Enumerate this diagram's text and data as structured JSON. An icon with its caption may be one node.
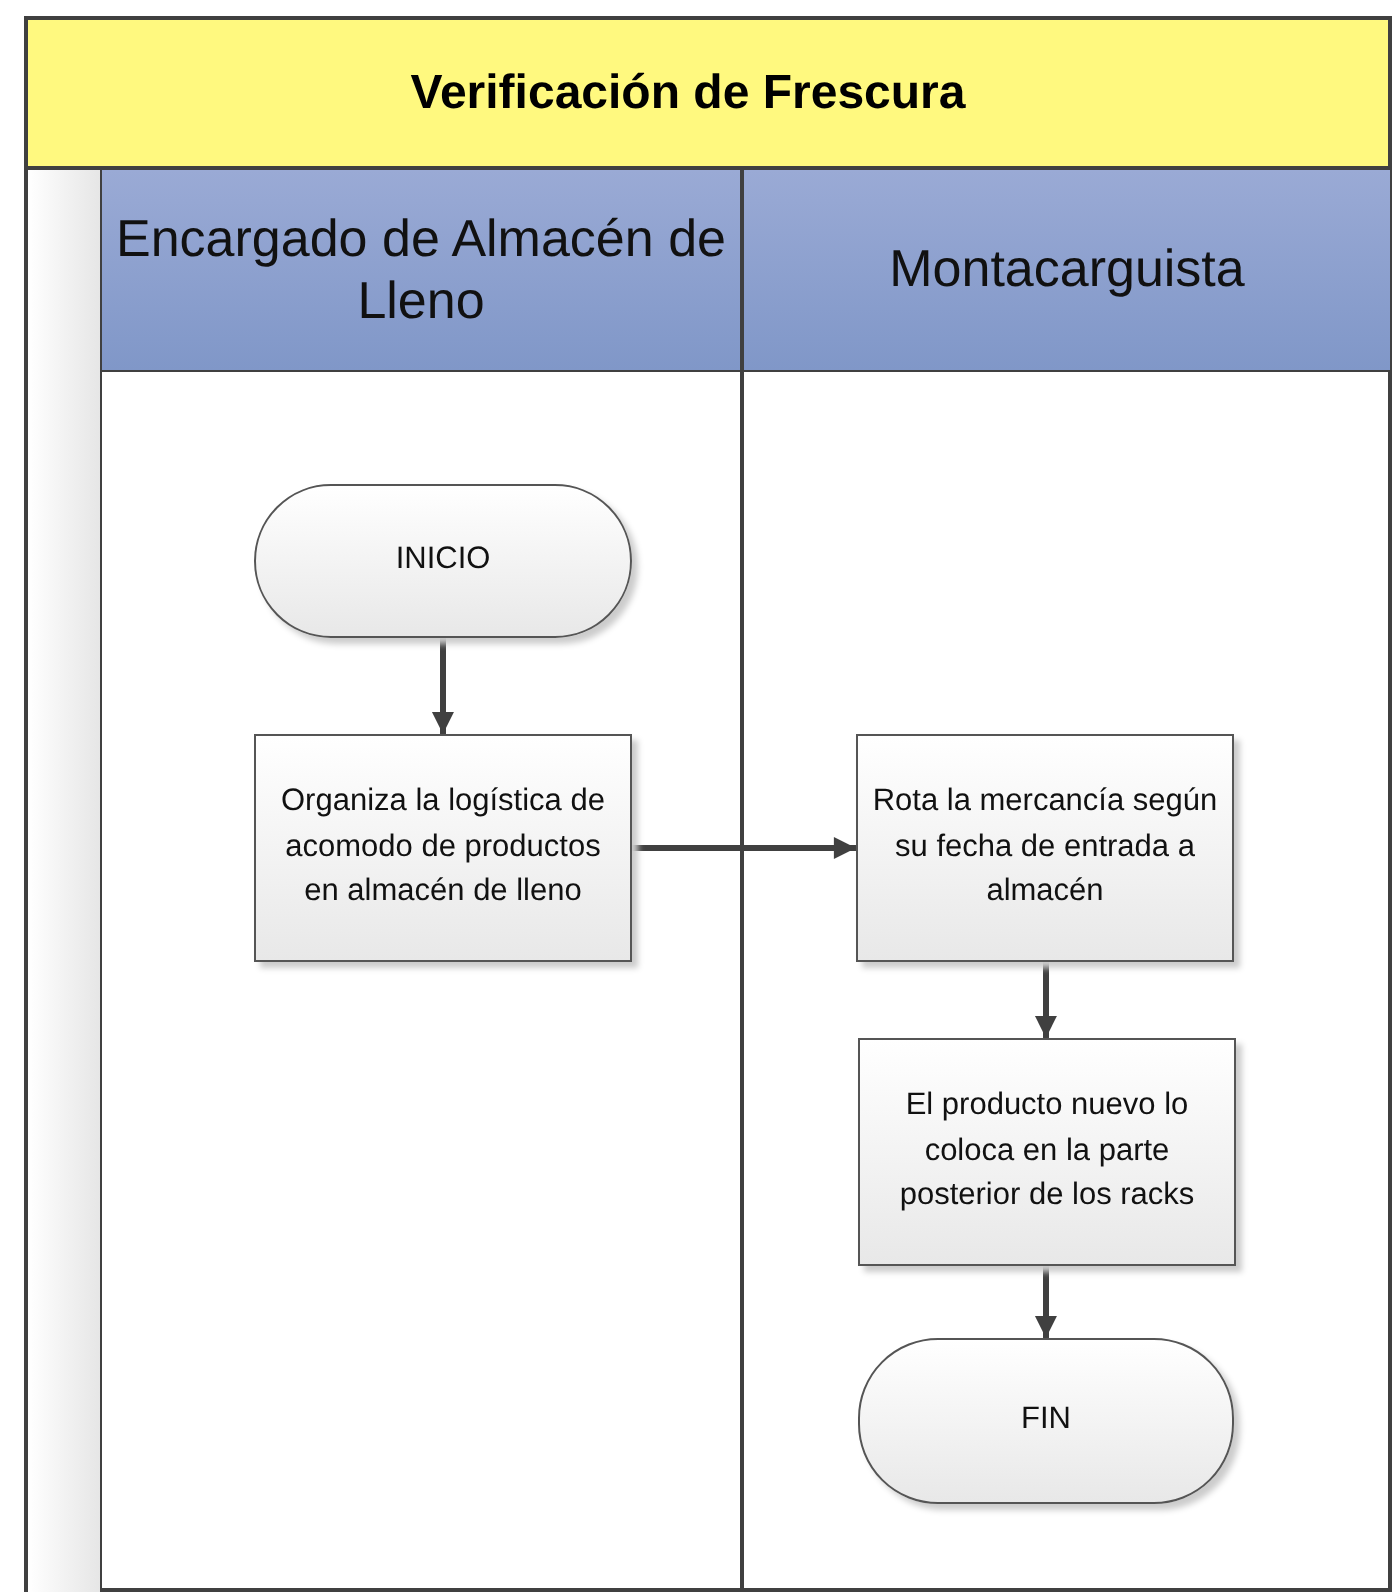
{
  "diagram": {
    "title": "Verificación de Frescura",
    "nodes": [
      {
        "text": [
          "Encargado de Almacén de Lleno"
        ]
      },
      {
        "text": [
          "Montacarguista"
        ]
      },
      {
        "text": [
          "INICIO"
        ],
        "in": 0
      },
      {
        "text": [
          "Organiza la logística de acomodo de productos en almacén de lleno"
        ],
        "in": 0
      },
      {
        "text": [
          "Rota la mercancía según su fecha de entrada a almacén"
        ],
        "in": 1
      },
      {
        "text": [
          "El producto nuevo lo coloca en la parte posterior de los racks"
        ],
        "in": 1
      },
      {
        "text": [
          "FIN"
        ],
        "in": 1
      }
    ],
    "edges": [
      {
        "from": 2,
        "to": 3,
        "arrow": "to"
      },
      {
        "from": 3,
        "to": 4,
        "arrow": "to"
      },
      {
        "from": 4,
        "to": 5,
        "arrow": "to"
      },
      {
        "from": 5,
        "to": 6,
        "arrow": "to"
      }
    ]
  }
}
